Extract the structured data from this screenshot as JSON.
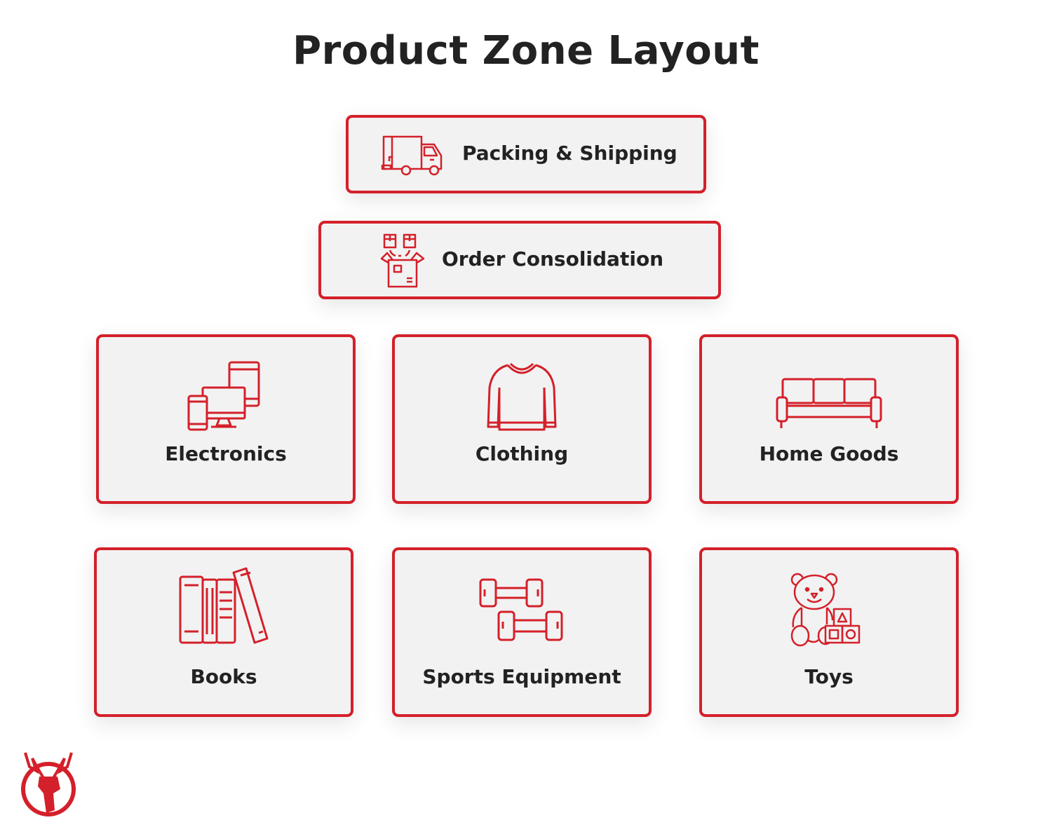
{
  "title": "Product Zone Layout",
  "colors": {
    "accent": "#d4202a",
    "box_bg": "#f2f2f2",
    "text": "#222222"
  },
  "top_zones": [
    {
      "label": "Packing & Shipping",
      "icon": "delivery-truck-icon"
    },
    {
      "label": "Order Consolidation",
      "icon": "package-consolidation-icon"
    }
  ],
  "zones": [
    {
      "label": "Electronics",
      "icon": "devices-icon"
    },
    {
      "label": "Clothing",
      "icon": "sweater-icon"
    },
    {
      "label": "Home Goods",
      "icon": "sofa-icon"
    },
    {
      "label": "Books",
      "icon": "books-icon"
    },
    {
      "label": "Sports Equipment",
      "icon": "dumbbell-icon"
    },
    {
      "label": "Toys",
      "icon": "teddy-bear-blocks-icon"
    }
  ],
  "logo": {
    "icon": "deer-logo-icon"
  }
}
